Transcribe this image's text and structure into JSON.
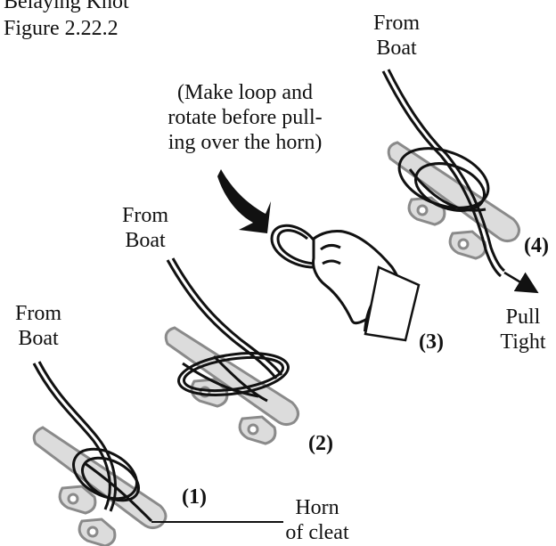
{
  "header": {
    "title": "Belaying Knot",
    "figure": "Figure 2.22.2"
  },
  "steps": {
    "s1": {
      "number": "(1)",
      "from_l1": "From",
      "from_l2": "Boat",
      "horn_l1": "Horn",
      "horn_l2": "of cleat"
    },
    "s2": {
      "number": "(2)",
      "from_l1": "From",
      "from_l2": "Boat"
    },
    "s3": {
      "number": "(3)",
      "note_l1": "(Make loop and",
      "note_l2": "rotate before pull-",
      "note_l3": "ing over the horn)"
    },
    "s4": {
      "number": "(4)",
      "from_l1": "From",
      "from_l2": "Boat",
      "pull_l1": "Pull",
      "pull_l2": "Tight"
    }
  },
  "colors": {
    "ink": "#111111",
    "cleat_outline": "#8a8a8a",
    "cleat_fill": "#dcdcdc"
  }
}
